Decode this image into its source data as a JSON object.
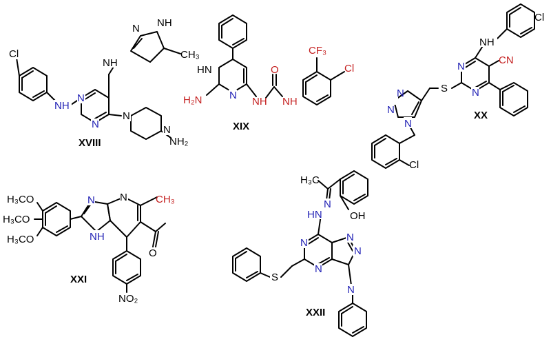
{
  "colors": {
    "bond": "#000000",
    "nitrogen": "#1f1fb4",
    "hetero_red": "#c41e1e",
    "halogen": "#000000",
    "background": "#ffffff"
  },
  "compounds": [
    {
      "id": "XVIII",
      "caption": "XVIII",
      "labels": [
        "Cl",
        "NH",
        "N",
        "N",
        "NH",
        "N",
        "NH",
        "N",
        "N",
        "N",
        "NH₂",
        "CH₃"
      ]
    },
    {
      "id": "XIX",
      "caption": "XIX",
      "labels": [
        "HN",
        "H₂N",
        "N",
        "NH",
        "O",
        "NH",
        "CF₃",
        "Cl"
      ]
    },
    {
      "id": "XX",
      "caption": "XX",
      "labels": [
        "Cl",
        "NH",
        "N",
        "CN",
        "N",
        "S",
        "N",
        "N",
        "N",
        "Cl"
      ]
    },
    {
      "id": "XXI",
      "caption": "XXI",
      "labels": [
        "H₃CO",
        "H₃CO",
        "H₃CO",
        "N",
        "N",
        "NH",
        "CH₃",
        "O",
        "NO₂"
      ]
    },
    {
      "id": "XXII",
      "caption": "XXII",
      "labels": [
        "H₃C",
        "N",
        "HN",
        "OH",
        "N",
        "N",
        "N",
        "N",
        "N",
        "S"
      ]
    }
  ]
}
